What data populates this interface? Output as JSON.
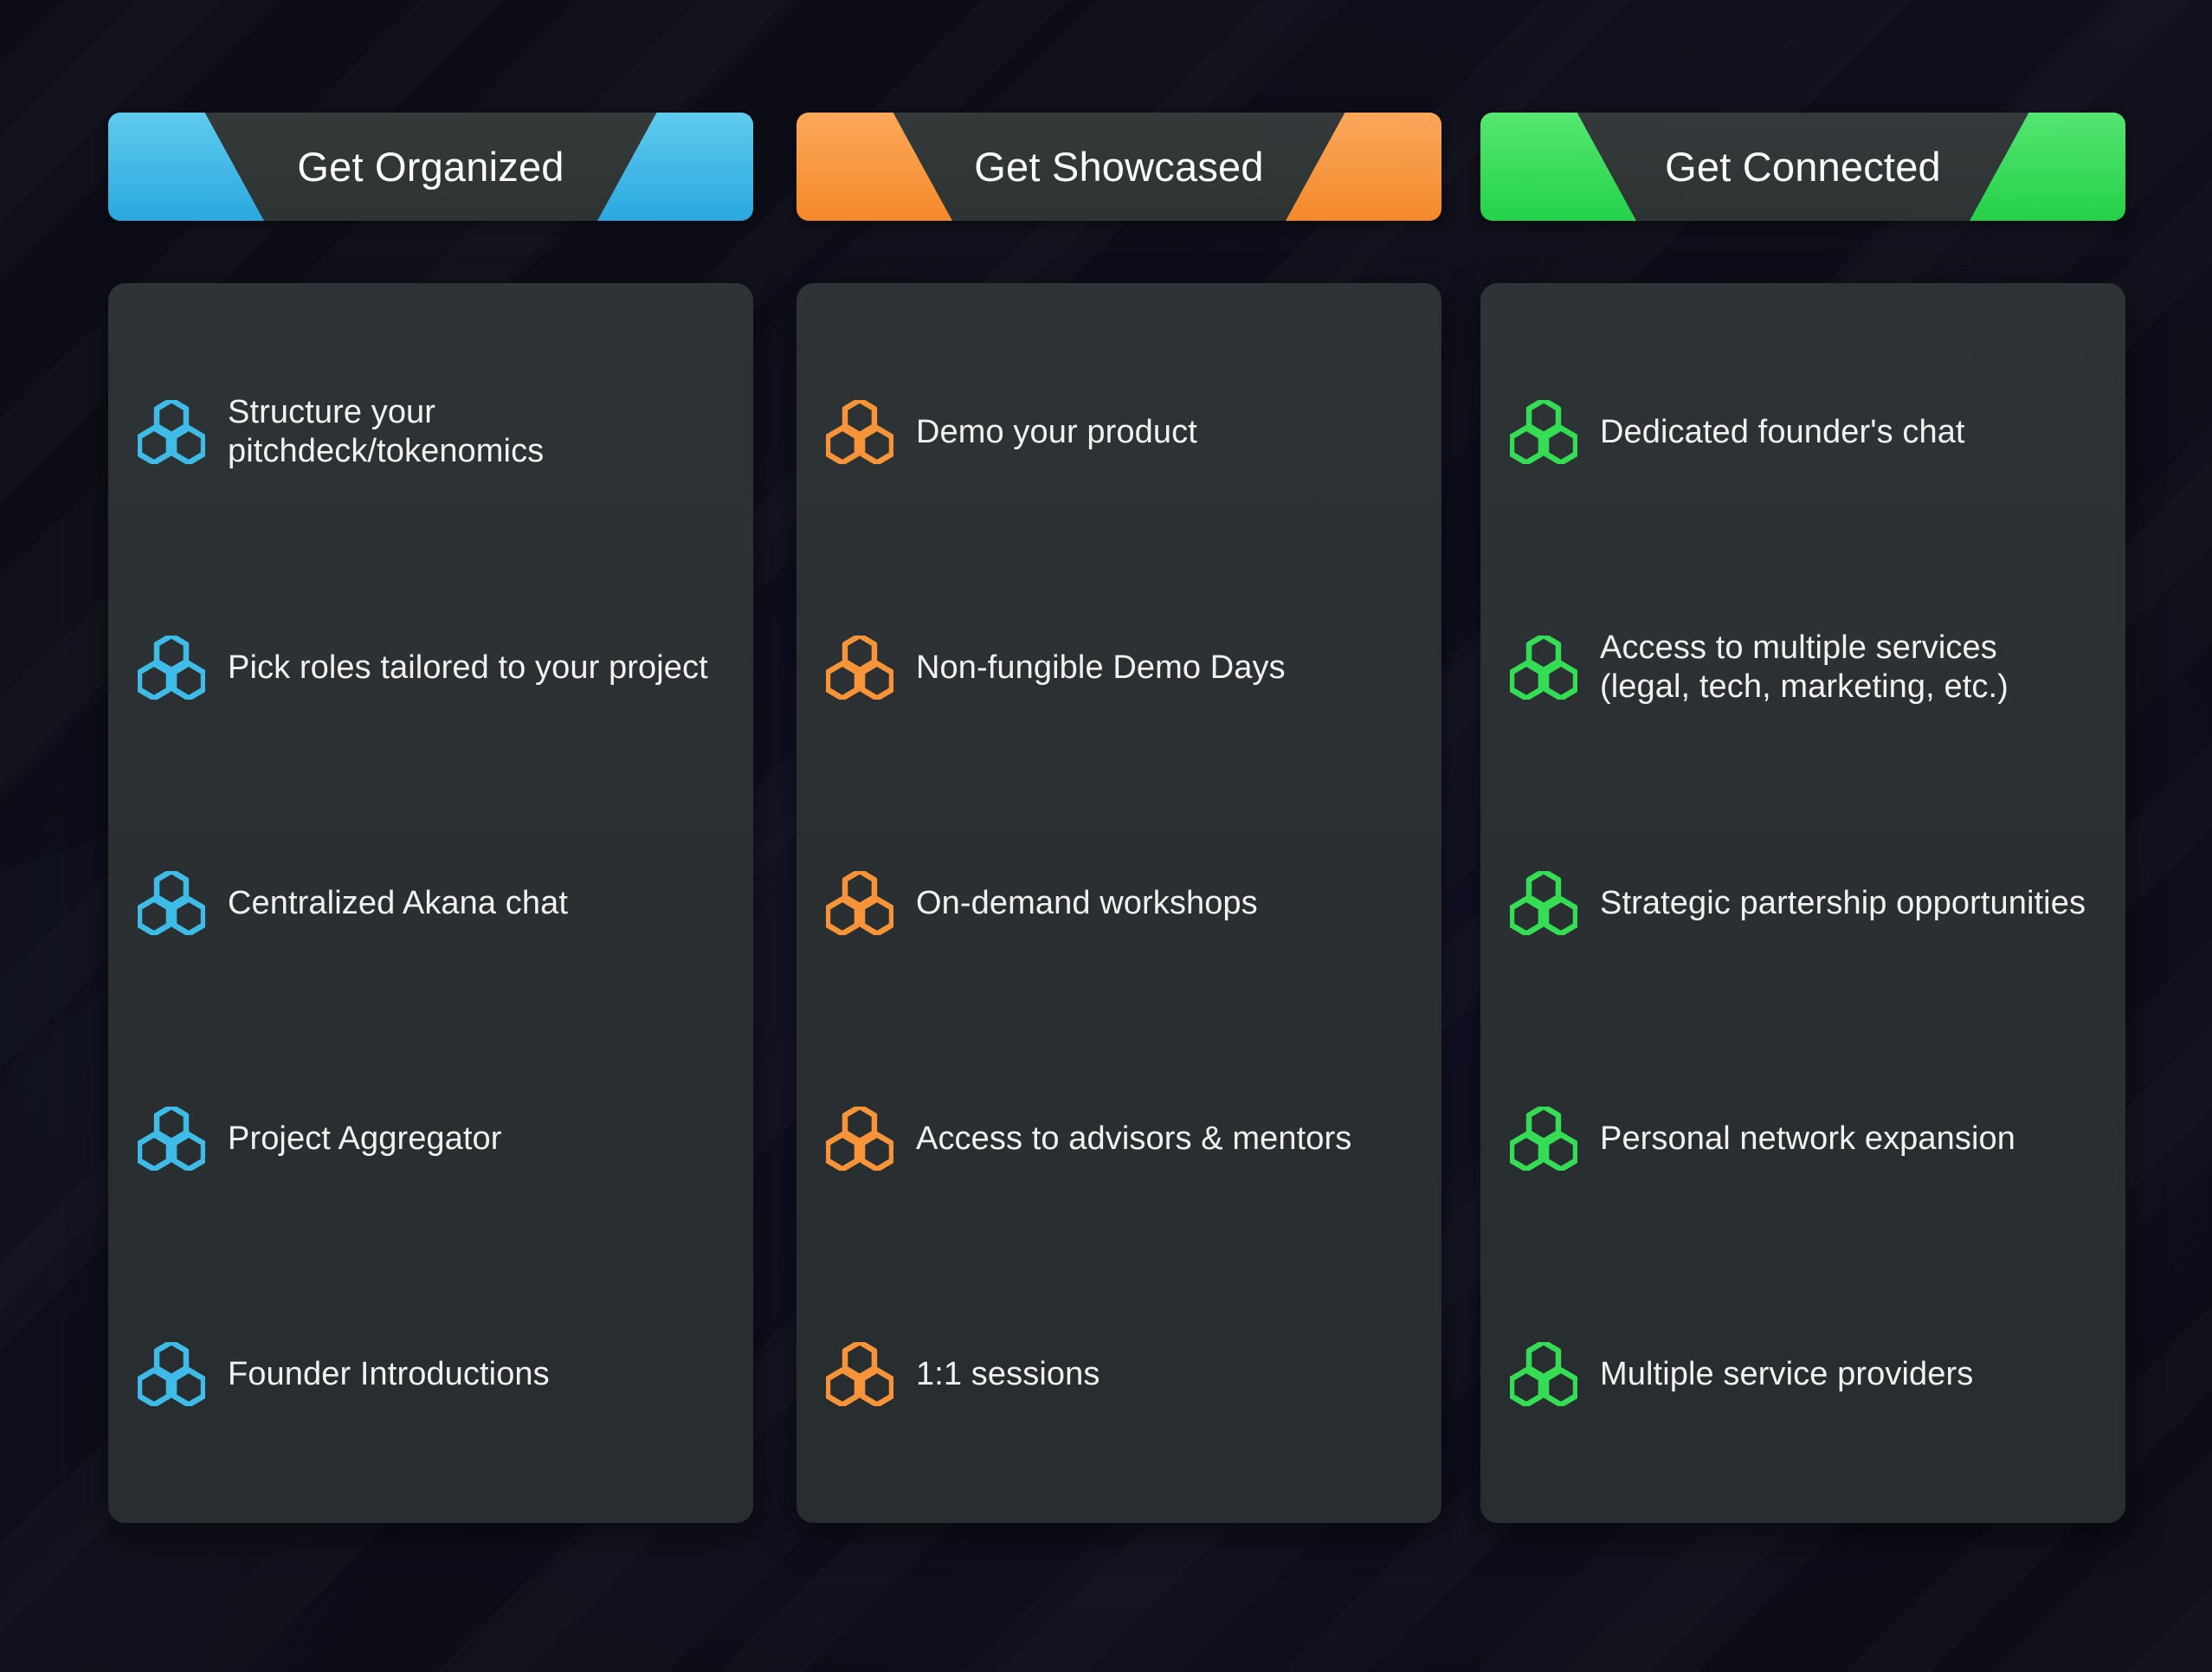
{
  "page": {
    "background_color": "#0e0e19",
    "card_color": "#2b3032",
    "banner_color": "#313636",
    "text_color": "#f2f2f2"
  },
  "columns": [
    {
      "id": "get-organized",
      "title": "Get Organized",
      "accent": "#3fbbe8",
      "accent_light": "#5fcbee",
      "accent_dark": "#2aa8e0",
      "icon_name": "hexagon-cluster-icon",
      "features": [
        {
          "label": "Structure your pitchdeck/tokenomics"
        },
        {
          "label": "Pick roles tailored to your project"
        },
        {
          "label": "Centralized Akana chat"
        },
        {
          "label": "Project Aggregator"
        },
        {
          "label": "Founder Introductions"
        }
      ]
    },
    {
      "id": "get-showcased",
      "title": "Get Showcased",
      "accent": "#f79439",
      "accent_light": "#fba85a",
      "accent_dark": "#f5892a",
      "icon_name": "hexagon-cluster-icon",
      "features": [
        {
          "label": "Demo your product"
        },
        {
          "label": "Non-fungible Demo Days"
        },
        {
          "label": "On-demand workshops"
        },
        {
          "label": "Access to advisors & mentors"
        },
        {
          "label": "1:1 sessions"
        }
      ]
    },
    {
      "id": "get-connected",
      "title": "Get Connected",
      "accent": "#35dd55",
      "accent_light": "#55e871",
      "accent_dark": "#24d348",
      "icon_name": "hexagon-cluster-icon",
      "features": [
        {
          "label": "Dedicated founder's chat"
        },
        {
          "label": "Access to multiple services (legal, tech, marketing, etc.)"
        },
        {
          "label": "Strategic partership opportunities"
        },
        {
          "label": "Personal network expansion"
        },
        {
          "label": "Multiple service providers"
        }
      ]
    }
  ]
}
